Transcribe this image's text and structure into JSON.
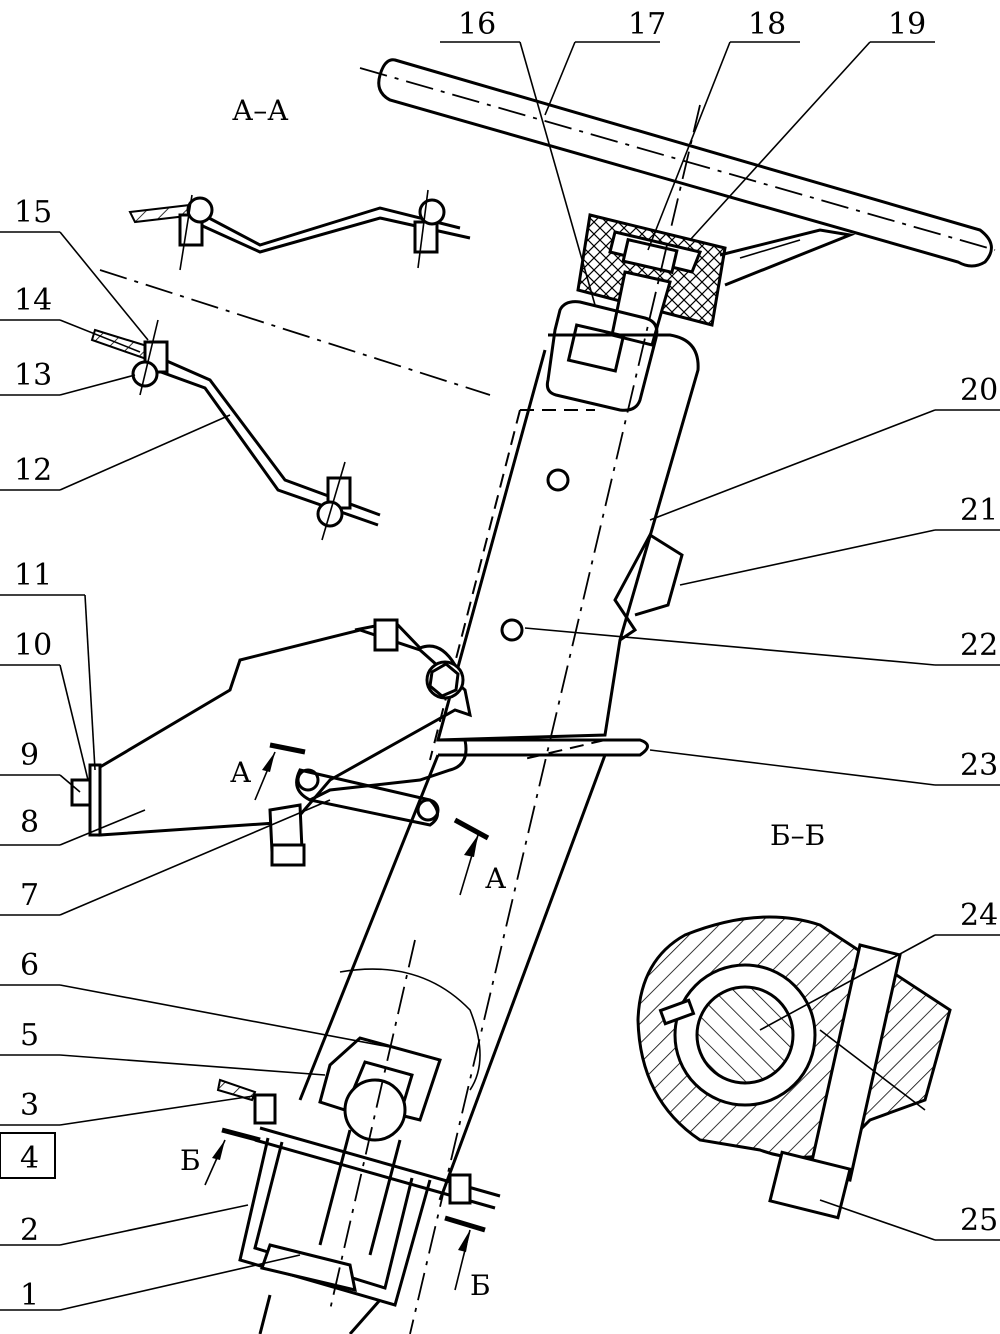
{
  "part_numbers": [
    "1",
    "2",
    "3",
    "4",
    "5",
    "6",
    "7",
    "8",
    "9",
    "10",
    "11",
    "12",
    "13",
    "14",
    "15",
    "16",
    "17",
    "18",
    "19",
    "20",
    "21",
    "22",
    "23",
    "24",
    "25"
  ],
  "section_titles": {
    "aa": "А–А",
    "bb": "Б–Б"
  },
  "cut_markers": {
    "a_top": "А",
    "a_bottom": "А",
    "b_left": "Б",
    "b_right": "Б"
  },
  "boxed_number": "4"
}
